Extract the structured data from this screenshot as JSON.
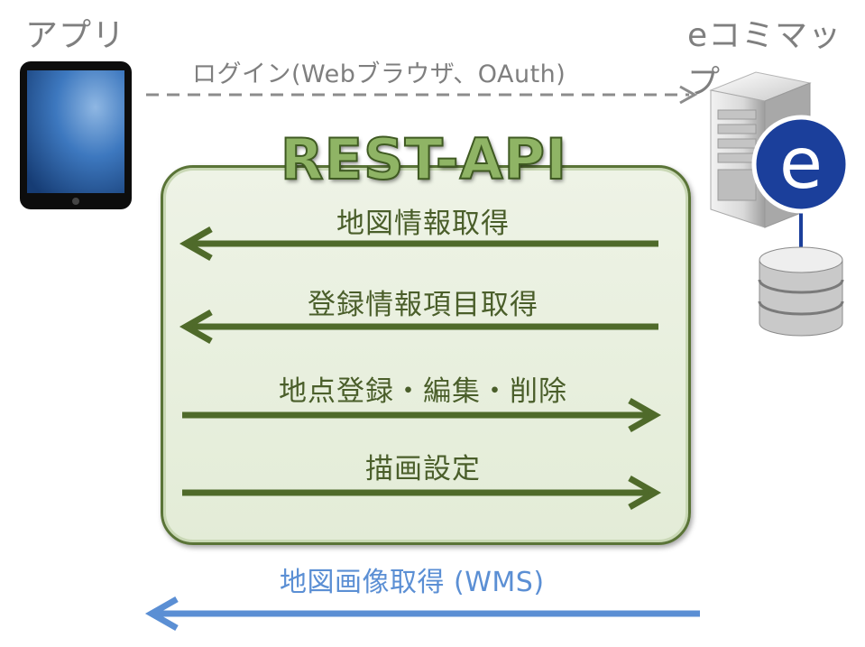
{
  "app_label": "アプリ",
  "server_label": "eコミマップ",
  "login": {
    "label": "ログイン(Webブラウザ、OAuth)"
  },
  "api": {
    "title": "REST-API",
    "operations": [
      {
        "label": "地図情報取得",
        "direction": "to-app"
      },
      {
        "label": "登録情報項目取得",
        "direction": "to-app"
      },
      {
        "label": "地点登録・編集・削除",
        "direction": "to-server"
      },
      {
        "label": "描画設定",
        "direction": "to-server"
      }
    ]
  },
  "wms": {
    "label": "地図画像取得 (WMS)",
    "direction": "to-app"
  },
  "server_badge": "e",
  "colors": {
    "gray_text": "#7f7f7f",
    "api_green": "#4f6a2a",
    "wms_blue": "#5b8fd4",
    "badge_blue": "#1b3f9b"
  },
  "icons": [
    "tablet-icon",
    "server-icon",
    "database-icon"
  ]
}
